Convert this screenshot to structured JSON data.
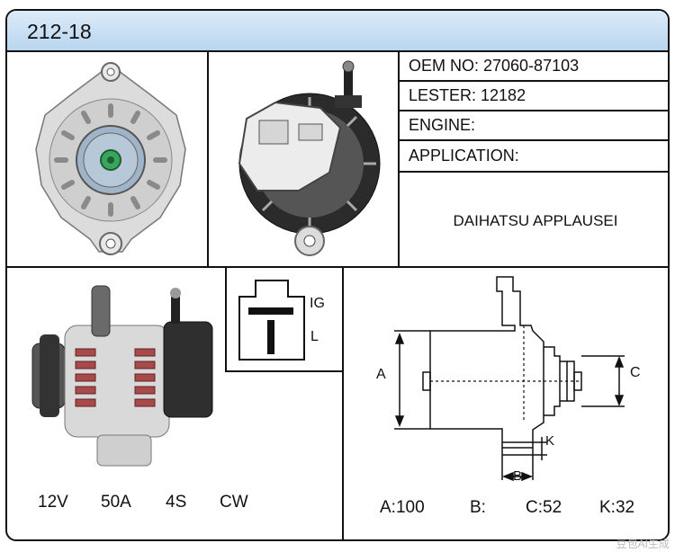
{
  "title": "212-18",
  "specs": {
    "oem": "OEM NO: 27060-87103",
    "lester": "LESTER: 12182",
    "engine": "ENGINE:",
    "application": "APPLICATION:",
    "application_value": "DAIHATSU APPLAUSEI"
  },
  "connector": {
    "ig": "IG",
    "l": "L"
  },
  "ratings": {
    "voltage": "12V",
    "amperage": "50A",
    "pulley": "4S",
    "rotation": "CW"
  },
  "dimension_labels": {
    "a": "A",
    "b": "B",
    "c": "C",
    "k": "K"
  },
  "dimensions": {
    "a": "A:100",
    "b": "B:",
    "c": "C:52",
    "k": "K:32"
  },
  "watermark": "豆包AI生成"
}
